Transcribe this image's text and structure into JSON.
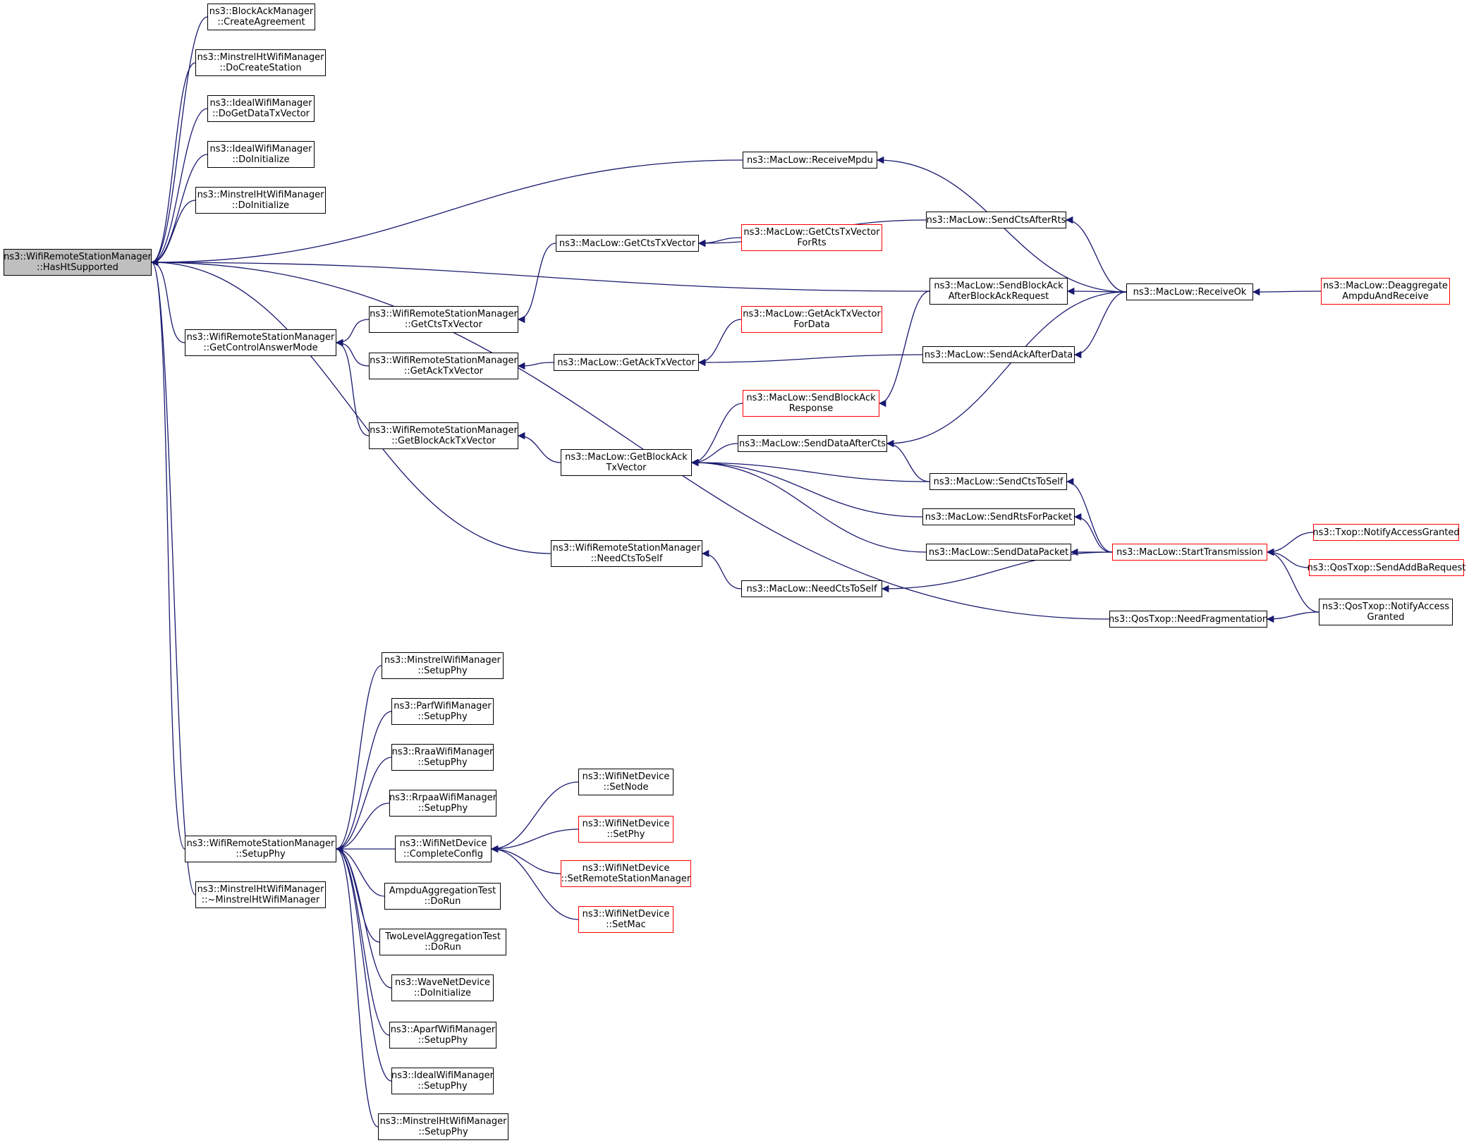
{
  "colors": {
    "edge": "#191970",
    "border": "#000000",
    "truncated_border": "#ff0000",
    "root_fill": "#bfbfbf"
  },
  "nodes": {
    "root": {
      "l1": "ns3::WifiRemoteStationManager",
      "l2": "::HasHtSupported"
    },
    "n1": {
      "l1": "ns3::BlockAckManager",
      "l2": "::CreateAgreement"
    },
    "n2": {
      "l1": "ns3::MinstrelHtWifiManager",
      "l2": "::DoCreateStation"
    },
    "n3": {
      "l1": "ns3::IdealWifiManager",
      "l2": "::DoGetDataTxVector"
    },
    "n4": {
      "l1": "ns3::IdealWifiManager",
      "l2": "::DoInitialize"
    },
    "n5": {
      "l1": "ns3::MinstrelHtWifiManager",
      "l2": "::DoInitialize"
    },
    "n6": {
      "l1": "ns3::WifiRemoteStationManager",
      "l2": "::GetControlAnswerMode"
    },
    "n7": {
      "l1": "ns3::WifiRemoteStationManager",
      "l2": "::NeedCtsToSelf"
    },
    "n8": {
      "l1": "ns3::MacLow::ReceiveMpdu",
      "l2": ""
    },
    "n9": {
      "l1": "ns3::MacLow::SendBlockAck",
      "l2": "AfterBlockAckRequest"
    },
    "n10": {
      "l1": "ns3::QosTxop::NeedFragmentation",
      "l2": ""
    },
    "n11": {
      "l1": "ns3::WifiRemoteStationManager",
      "l2": "::SetupPhy"
    },
    "n12": {
      "l1": "ns3::MinstrelHtWifiManager",
      "l2": "::~MinstrelHtWifiManager"
    },
    "n13": {
      "l1": "ns3::WifiRemoteStationManager",
      "l2": "::GetCtsTxVector"
    },
    "n14": {
      "l1": "ns3::WifiRemoteStationManager",
      "l2": "::GetAckTxVector"
    },
    "n15": {
      "l1": "ns3::WifiRemoteStationManager",
      "l2": "::GetBlockAckTxVector"
    },
    "n16": {
      "l1": "ns3::MacLow::GetCtsTxVector",
      "l2": ""
    },
    "n17": {
      "l1": "ns3::MacLow::GetAckTxVector",
      "l2": ""
    },
    "n18": {
      "l1": "ns3::MacLow::GetBlockAck",
      "l2": "TxVector"
    },
    "n19": {
      "l1": "ns3::MacLow::GetCtsTxVector",
      "l2": "ForRts"
    },
    "n20": {
      "l1": "ns3::MacLow::SendCtsAfterRts",
      "l2": ""
    },
    "n21": {
      "l1": "ns3::MacLow::GetAckTxVector",
      "l2": "ForData"
    },
    "n22": {
      "l1": "ns3::MacLow::SendAckAfterData",
      "l2": ""
    },
    "n23": {
      "l1": "ns3::MacLow::SendBlockAck",
      "l2": "Response"
    },
    "n24": {
      "l1": "ns3::MacLow::SendDataAfterCts",
      "l2": ""
    },
    "n25": {
      "l1": "ns3::MacLow::SendCtsToSelf",
      "l2": ""
    },
    "n26": {
      "l1": "ns3::MacLow::SendRtsForPacket",
      "l2": ""
    },
    "n27": {
      "l1": "ns3::MacLow::SendDataPacket",
      "l2": ""
    },
    "n28": {
      "l1": "ns3::MacLow::NeedCtsToSelf",
      "l2": ""
    },
    "n29": {
      "l1": "ns3::MacLow::ReceiveOk",
      "l2": ""
    },
    "n30": {
      "l1": "ns3::MacLow::StartTransmission",
      "l2": ""
    },
    "n31": {
      "l1": "ns3::MacLow::Deaggregate",
      "l2": "AmpduAndReceive"
    },
    "n32": {
      "l1": "ns3::Txop::NotifyAccessGranted",
      "l2": ""
    },
    "n33": {
      "l1": "ns3::QosTxop::SendAddBaRequest",
      "l2": ""
    },
    "n34": {
      "l1": "ns3::QosTxop::NotifyAccess",
      "l2": "Granted"
    },
    "n35": {
      "l1": "ns3::MinstrelWifiManager",
      "l2": "::SetupPhy"
    },
    "n36": {
      "l1": "ns3::ParfWifiManager",
      "l2": "::SetupPhy"
    },
    "n37": {
      "l1": "ns3::RraaWifiManager",
      "l2": "::SetupPhy"
    },
    "n38": {
      "l1": "ns3::RrpaaWifiManager",
      "l2": "::SetupPhy"
    },
    "n39": {
      "l1": "ns3::WifiNetDevice",
      "l2": "::CompleteConfig"
    },
    "n40": {
      "l1": "AmpduAggregationTest",
      "l2": "::DoRun"
    },
    "n41": {
      "l1": "TwoLevelAggregationTest",
      "l2": "::DoRun"
    },
    "n42": {
      "l1": "ns3::WaveNetDevice",
      "l2": "::DoInitialize"
    },
    "n43": {
      "l1": "ns3::AparfWifiManager",
      "l2": "::SetupPhy"
    },
    "n44": {
      "l1": "ns3::IdealWifiManager",
      "l2": "::SetupPhy"
    },
    "n45": {
      "l1": "ns3::MinstrelHtWifiManager",
      "l2": "::SetupPhy"
    },
    "n46": {
      "l1": "ns3::WifiNetDevice",
      "l2": "::SetNode"
    },
    "n47": {
      "l1": "ns3::WifiNetDevice",
      "l2": "::SetPhy"
    },
    "n48": {
      "l1": "ns3::WifiNetDevice",
      "l2": "::SetRemoteStationManager"
    },
    "n49": {
      "l1": "ns3::WifiNetDevice",
      "l2": "::SetMac"
    }
  },
  "truncated": [
    "n19",
    "n21",
    "n23",
    "n30",
    "n31",
    "n32",
    "n33",
    "n47",
    "n48",
    "n49"
  ],
  "edges": [
    [
      "n1",
      "root"
    ],
    [
      "n2",
      "root"
    ],
    [
      "n3",
      "root"
    ],
    [
      "n4",
      "root"
    ],
    [
      "n5",
      "root"
    ],
    [
      "n6",
      "root"
    ],
    [
      "n7",
      "root"
    ],
    [
      "n8",
      "root"
    ],
    [
      "n9",
      "root"
    ],
    [
      "n10",
      "root"
    ],
    [
      "n11",
      "root"
    ],
    [
      "n12",
      "root"
    ],
    [
      "n13",
      "n6"
    ],
    [
      "n14",
      "n6"
    ],
    [
      "n15",
      "n6"
    ],
    [
      "n16",
      "n13"
    ],
    [
      "n17",
      "n14"
    ],
    [
      "n18",
      "n15"
    ],
    [
      "n19",
      "n16"
    ],
    [
      "n20",
      "n16"
    ],
    [
      "n21",
      "n17"
    ],
    [
      "n22",
      "n17"
    ],
    [
      "n23",
      "n18"
    ],
    [
      "n24",
      "n18"
    ],
    [
      "n25",
      "n18"
    ],
    [
      "n26",
      "n18"
    ],
    [
      "n27",
      "n18"
    ],
    [
      "n28",
      "n7"
    ],
    [
      "n29",
      "n8"
    ],
    [
      "n29",
      "n9"
    ],
    [
      "n29",
      "n20"
    ],
    [
      "n29",
      "n22"
    ],
    [
      "n29",
      "n24"
    ],
    [
      "n9",
      "n23"
    ],
    [
      "n25",
      "n24"
    ],
    [
      "n30",
      "n25"
    ],
    [
      "n30",
      "n26"
    ],
    [
      "n30",
      "n27"
    ],
    [
      "n30",
      "n28"
    ],
    [
      "n31",
      "n29"
    ],
    [
      "n32",
      "n30"
    ],
    [
      "n33",
      "n30"
    ],
    [
      "n34",
      "n30"
    ],
    [
      "n34",
      "n10"
    ],
    [
      "n35",
      "n11"
    ],
    [
      "n36",
      "n11"
    ],
    [
      "n37",
      "n11"
    ],
    [
      "n38",
      "n11"
    ],
    [
      "n39",
      "n11"
    ],
    [
      "n40",
      "n11"
    ],
    [
      "n41",
      "n11"
    ],
    [
      "n42",
      "n11"
    ],
    [
      "n43",
      "n11"
    ],
    [
      "n44",
      "n11"
    ],
    [
      "n45",
      "n11"
    ],
    [
      "n46",
      "n39"
    ],
    [
      "n47",
      "n39"
    ],
    [
      "n48",
      "n39"
    ],
    [
      "n49",
      "n39"
    ]
  ]
}
